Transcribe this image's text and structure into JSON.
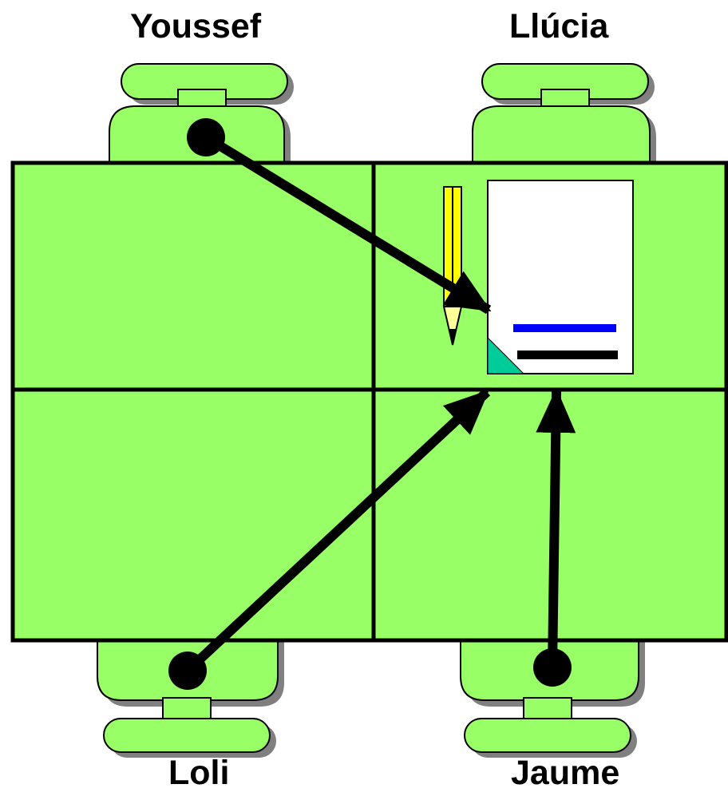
{
  "participants": {
    "top_left": "Youssef",
    "top_right": "Llúcia",
    "bottom_left": "Loli",
    "bottom_right": "Jaume"
  },
  "colors": {
    "table_fill": "#99ff66",
    "outline": "#000000",
    "shadow": "#808080",
    "paper": "#ffffff",
    "paper_line_1": "#0000ff",
    "paper_line_2": "#000000",
    "paper_corner": "#00cc99",
    "pencil_body": "#ffff00",
    "pencil_tip": "#ffff99"
  }
}
